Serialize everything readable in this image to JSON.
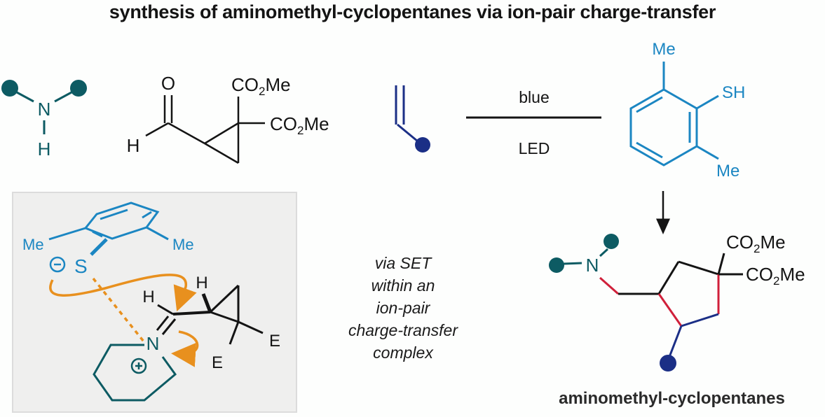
{
  "title": "synthesis of aminomethyl-cyclopentanes via ion-pair charge-transfer",
  "colors": {
    "amine": "#0d5b63",
    "alkene": "#1b2f86",
    "thiol": "#1b86c2",
    "arrow": "#e8901e",
    "new_bond": "#d0203a",
    "text": "#141414",
    "panel_bg": "#efefee"
  },
  "reagents": {
    "amine": {
      "n_label": "N",
      "h_label": "H"
    },
    "cyclopropane": {
      "o_label": "O",
      "h_label": "H",
      "ester1": "CO2Me",
      "ester2": "CO2Me"
    },
    "alkene": {}
  },
  "conditions": {
    "above": "blue",
    "below": "LED"
  },
  "catalyst": {
    "me_top": "Me",
    "sh": "SH",
    "me_bottom": "Me"
  },
  "mechanism": {
    "me_left": "Me",
    "me_right": "Me",
    "minus": "−",
    "s_label": "S",
    "h_iminium": "H",
    "h_cyclopropane": "H",
    "n_label": "N",
    "plus": "+",
    "e1": "E",
    "e2": "E"
  },
  "mechanism_caption": [
    "via SET",
    "within an",
    "ion-pair",
    "charge-transfer",
    "complex"
  ],
  "product": {
    "n_label": "N",
    "ester1": "CO2Me",
    "ester2": "CO2Me",
    "name": "aminomethyl-cyclopentanes"
  }
}
